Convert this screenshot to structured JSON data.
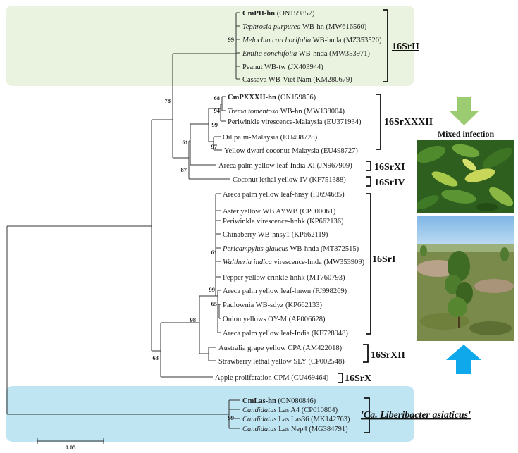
{
  "colors": {
    "green_band": "#eaf3df",
    "blue_band": "#bfe5f3",
    "arrow_green": "#9bcc72",
    "arrow_blue": "#0fa8ea"
  },
  "arrows": [
    "down-arrow-icon",
    "up-arrow-icon"
  ],
  "mixed_infection_label": "Mixed infection",
  "scale_bar_label": "0.05",
  "groups": {
    "g16SrII": "16SrII",
    "g16SrXXXII": "16SrXXXII",
    "g16SrXI": "16SrXI",
    "g16SrIV": "16SrIV",
    "g16SrI": "16SrI",
    "g16SrXII": "16SrXII",
    "g16SrX": "16SrX",
    "las": "'Ca. Liberibacter asiaticus'"
  },
  "bootstrap": [
    "99",
    "78",
    "68",
    "94",
    "99",
    "97",
    "61",
    "87",
    "61",
    "99",
    "65",
    "98",
    "63",
    "99"
  ],
  "taxa": [
    {
      "name": "CmPII-hn",
      "acc": "(ON159857)"
    },
    {
      "name": "Tephrosia purpurea",
      "rest": "WB-hn (MW616560)"
    },
    {
      "name": "Melochia corchorifolia",
      "rest": "WB-hnda (MZ353520)"
    },
    {
      "name": "Emilia sonchifolia",
      "rest": "WB-hnda (MW353971)"
    },
    {
      "name": "Peanut WB-tw (JX403944)"
    },
    {
      "name": "Cassava WB-Viet Nam (KM280679)"
    },
    {
      "name": "CmPXXXII-hn",
      "acc": "(ON159856)"
    },
    {
      "name": "Trema tomentosa",
      "rest": "WB-hn (MW138004)"
    },
    {
      "name": "Periwinkle virescence-Malaysia (EU371934)"
    },
    {
      "name": "Oil palm-Malaysia (EU498728)"
    },
    {
      "name": "Yellow dwarf coconut-Malaysia (EU498727)"
    },
    {
      "name": "Areca palm yellow leaf-India XI (JN967909)"
    },
    {
      "name": "Coconut lethal yellow IV (KF751388)"
    },
    {
      "name": "Areca palm yellow leaf-hnsy (FJ694685)"
    },
    {
      "name": "Aster yellow WB AYWB (CP000061)"
    },
    {
      "name": "Periwinkle virescence-hnhk (KP662136)"
    },
    {
      "name": "Chinaberry WB-hnsy1 (KP662119)"
    },
    {
      "name": "Pericampylus glaucus",
      "rest": "WB-hnda (MT872515)"
    },
    {
      "name": "Waltheria indica",
      "rest": "virescence-hnda (MW353909)"
    },
    {
      "name": "Pepper yellow crinkle-hnhk (MT760793)"
    },
    {
      "name": "Areca palm yellow leaf-hnwn (FJ998269)"
    },
    {
      "name": "Paulownia WB-sdyz (KP662133)"
    },
    {
      "name": "Onion yellows OY-M (AP006628)"
    },
    {
      "name": "Areca palm yellow leaf-India (KF728948)"
    },
    {
      "name": "Australia grape yellow CPA (AM422018)"
    },
    {
      "name": "Strawberry lethal yellow SLY (CP002548)"
    },
    {
      "name": "Apple proliferation CPM (CU469464)"
    },
    {
      "name": "CmLas-hn",
      "acc": "(ON080846)"
    },
    {
      "name": "Candidatus",
      "rest": "Las A4 (CP010804)"
    },
    {
      "name": "Candidatus",
      "rest": "Las Las36 (MK142763)"
    },
    {
      "name": "Candidatus",
      "rest": "Las Nep4 (MG384791)"
    }
  ]
}
